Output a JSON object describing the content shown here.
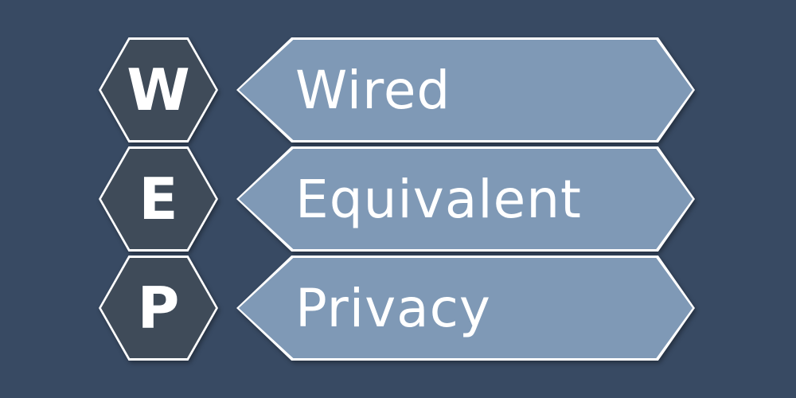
{
  "rows": [
    {
      "letter": "W",
      "word": "Wired"
    },
    {
      "letter": "E",
      "word": "Equivalent"
    },
    {
      "letter": "P",
      "word": "Privacy"
    }
  ],
  "colors": {
    "background": "#384a63",
    "hexagon_fill": "#3f4b59",
    "banner_fill": "#7f99b6",
    "outline": "#ffffff",
    "text": "#ffffff"
  }
}
